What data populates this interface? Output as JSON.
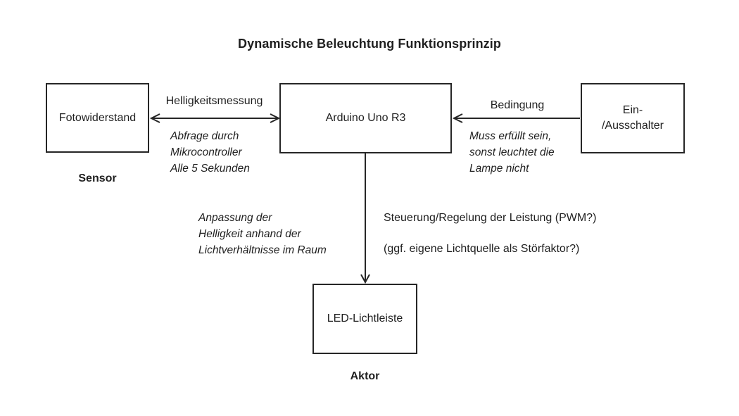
{
  "title": "Dynamische Beleuchtung Funktionsprinzip",
  "colors": {
    "background": "#ffffff",
    "line": "#262626",
    "text": "#1f1f1f"
  },
  "boxes": {
    "fotowiderstand": {
      "label": "Fotowiderstand",
      "caption": "Sensor"
    },
    "arduino": {
      "label": "Arduino Uno R3"
    },
    "schalter": {
      "label": "Ein-\n/Ausschalter"
    },
    "led": {
      "label": "LED-Lichtleiste",
      "caption": "Aktor"
    }
  },
  "edges": {
    "helligkeitsmessung": {
      "label": "Helligkeitsmessung",
      "note": "Abfrage durch\nMikrocontroller\nAlle 5 Sekunden",
      "direction": "bidirectional"
    },
    "bedingung": {
      "label": "Bedingung",
      "note": "Muss erfüllt sein,\nsonst leuchtet die\nLampe nicht",
      "direction": "schalter-to-arduino"
    },
    "steuerung": {
      "note_left": "Anpassung der\nHelligkeit anhand der\nLichtverhältnisse im Raum",
      "note_right_line1": "Steuerung/Regelung der Leistung (PWM?)",
      "note_right_line2": "(ggf. eigene Lichtquelle als Störfaktor?)",
      "direction": "arduino-to-led"
    }
  }
}
